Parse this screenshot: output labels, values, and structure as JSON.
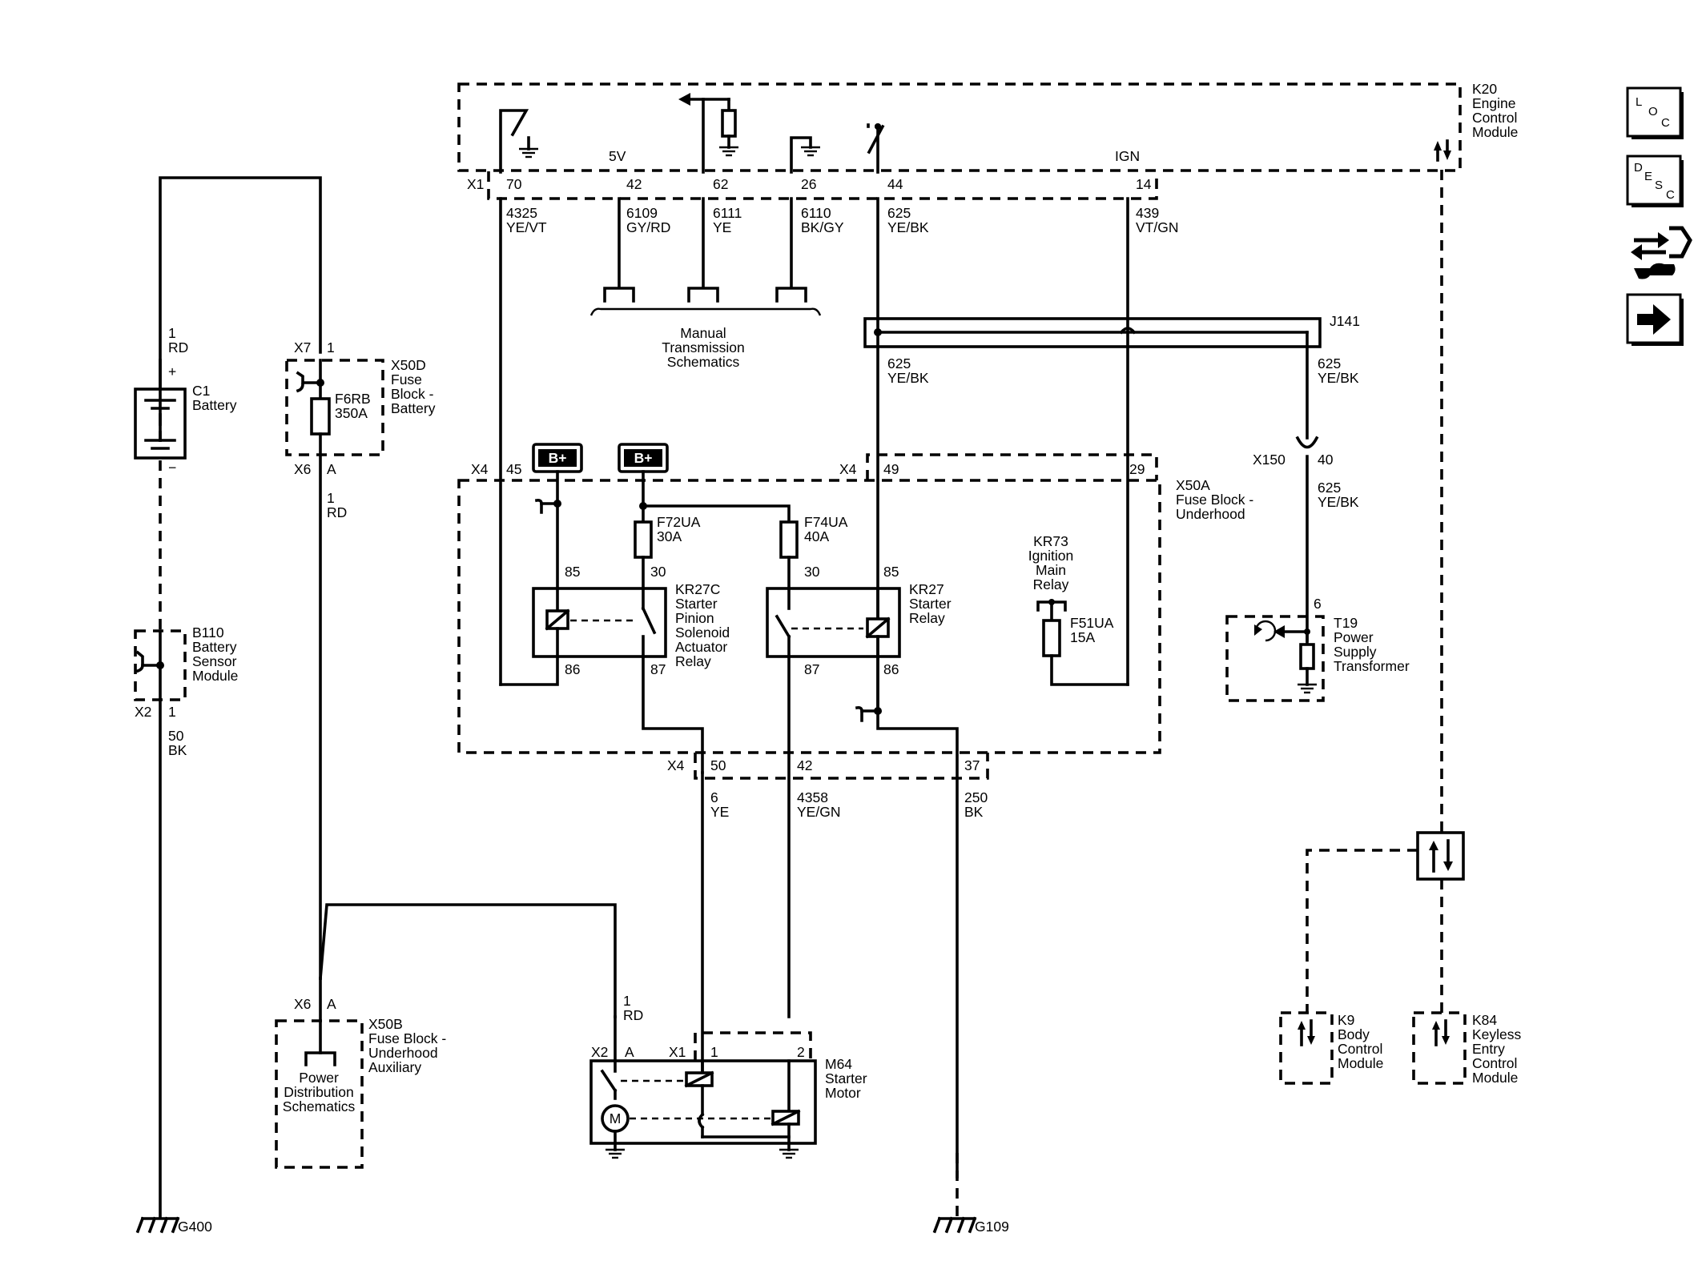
{
  "header": {
    "k20": [
      "K20",
      "Engine",
      "Control",
      "Module"
    ],
    "x1": "X1",
    "pin70": "70",
    "pin42": "42",
    "pin62": "62",
    "pin26": "26",
    "pin44": "44",
    "pin14": "14",
    "v5": "5V",
    "ign": "IGN",
    "w4325": [
      "4325",
      "YE/VT"
    ],
    "w6109": [
      "6109",
      "GY/RD"
    ],
    "w6111": [
      "6111",
      "YE"
    ],
    "w6110": [
      "6110",
      "BK/GY"
    ],
    "w625": [
      "625",
      "YE/BK"
    ],
    "w439": [
      "439",
      "VT/GN"
    ],
    "mts": [
      "Manual",
      "Transmission",
      "Schematics"
    ]
  },
  "splice": {
    "j141": "J141",
    "w625a": [
      "625",
      "YE/BK"
    ],
    "w625b": [
      "625",
      "YE/BK"
    ]
  },
  "battery": {
    "w1rd": [
      "1",
      "RD"
    ],
    "c1": [
      "C1",
      "Battery"
    ],
    "plus": "+",
    "minus": "−",
    "b110": [
      "B110",
      "Battery",
      "Sensor",
      "Module"
    ],
    "x2": "X2",
    "pin1": "1",
    "w50": [
      "50",
      "BK"
    ],
    "g400": "G400"
  },
  "x50d": {
    "x7": "X7",
    "pin1": "1",
    "title": [
      "X50D",
      "Fuse",
      "Block -",
      "Battery"
    ],
    "fuse": [
      "F6RB",
      "350A"
    ],
    "x6": "X6",
    "pinA": "A",
    "w1rd": [
      "1",
      "RD"
    ]
  },
  "x50a": {
    "x4a": "X4",
    "pin45": "45",
    "x4b": "X4",
    "pin49": "49",
    "pin29": "29",
    "bplus1": "B+",
    "bplus2": "B+",
    "title": [
      "X50A",
      "Fuse Block -",
      "Underhood"
    ],
    "f72": [
      "F72UA",
      "30A"
    ],
    "f74": [
      "F74UA",
      "40A"
    ],
    "kr27c": [
      "KR27C",
      "Starter",
      "Pinion",
      "Solenoid",
      "Actuator",
      "Relay"
    ],
    "kr27": [
      "KR27",
      "Starter",
      "Relay"
    ],
    "kr73": [
      "KR73",
      "Ignition",
      "Main",
      "Relay"
    ],
    "f51": [
      "F51UA",
      "15A"
    ],
    "p85a": "85",
    "p30a": "30",
    "p86a": "86",
    "p87a": "87",
    "p30b": "30",
    "p85b": "85",
    "p87b": "87",
    "p86b": "86",
    "x4c": "X4",
    "pin50": "50",
    "pin42": "42",
    "pin37": "37",
    "w6": [
      "6",
      "YE"
    ],
    "w4358": [
      "4358",
      "YE/GN"
    ],
    "w250": [
      "250",
      "BK"
    ],
    "g109": "G109"
  },
  "power": {
    "x150": "X150",
    "pin40": "40",
    "w625": [
      "625",
      "YE/BK"
    ],
    "pin6": "6",
    "t19": [
      "T19",
      "Power",
      "Supply",
      "Transformer"
    ]
  },
  "x50b": {
    "x6": "X6",
    "pinA": "A",
    "title": [
      "X50B",
      "Fuse Block -",
      "Underhood",
      "Auxiliary"
    ],
    "pds": [
      "Power",
      "Distribution",
      "Schematics"
    ]
  },
  "starter": {
    "w1rd": [
      "1",
      "RD"
    ],
    "x2": "X2",
    "pinA": "A",
    "x1": "X1",
    "pin1": "1",
    "pin2": "2",
    "m64": [
      "M64",
      "Starter",
      "Motor"
    ],
    "m": "M"
  },
  "network": {
    "k9": [
      "K9",
      "Body",
      "Control",
      "Module"
    ],
    "k84": [
      "K84",
      "Keyless",
      "Entry",
      "Control",
      "Module"
    ]
  },
  "nav": {
    "loc": [
      "L",
      "O",
      "C"
    ],
    "desc": [
      "D",
      "E",
      "S",
      "C"
    ]
  }
}
